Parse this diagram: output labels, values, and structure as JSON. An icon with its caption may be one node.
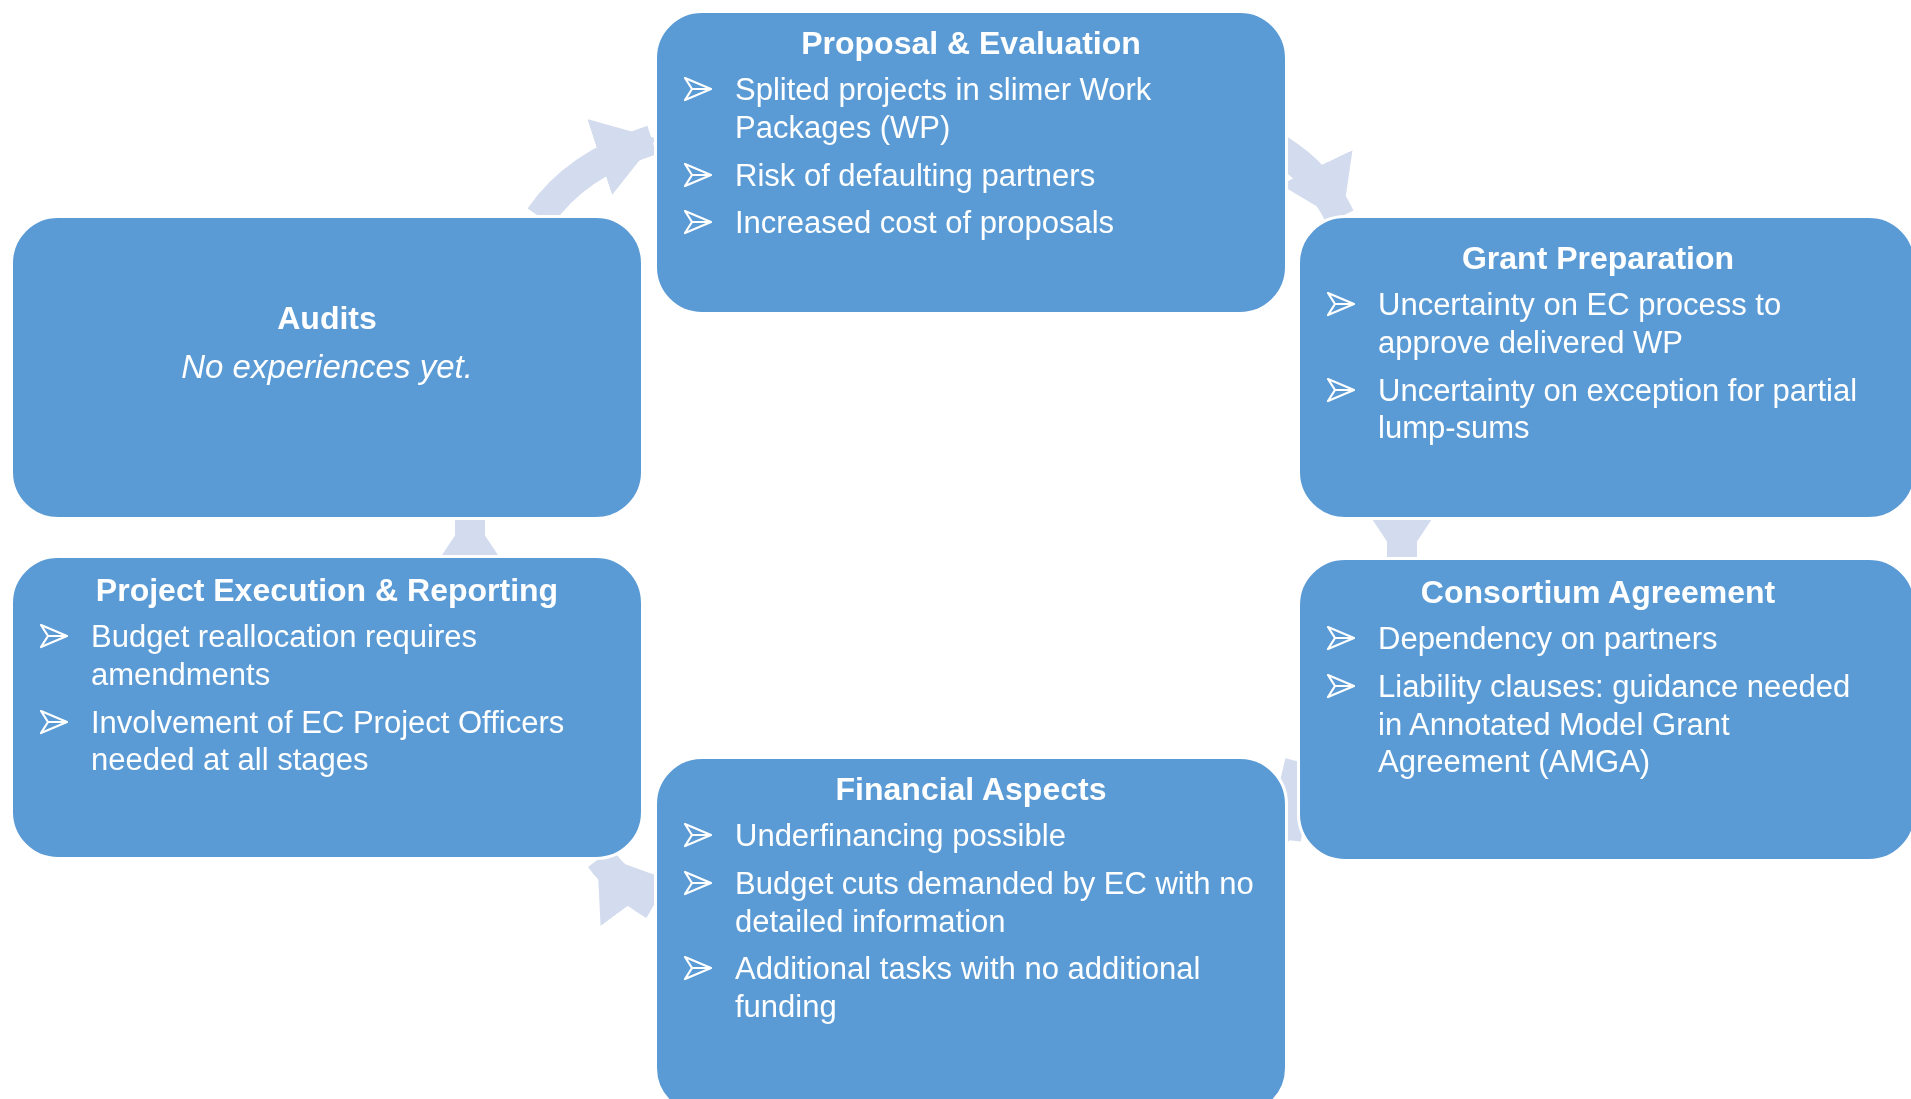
{
  "diagram": {
    "nodes": [
      {
        "text": [
          "Proposal & Evaluation",
          "Splited projects in slimer Work Packages (WP)",
          "Risk of defaulting partners",
          "Increased cost of proposals"
        ]
      },
      {
        "text": [
          "Grant Preparation",
          "Uncertainty on EC process to approve delivered WP",
          "Uncertainty on exception for partial lump-sums"
        ]
      },
      {
        "text": [
          "Consortium Agreement",
          "Dependency on partners",
          "Liability clauses: guidance needed in Annotated Model Grant Agreement (AMGA)"
        ]
      },
      {
        "text": [
          "Financial Aspects",
          "Underfinancing possible",
          "Budget cuts demanded by EC with no detailed information",
          "Additional tasks with no additional funding"
        ]
      },
      {
        "text": [
          "Project Execution & Reporting",
          "Budget reallocation requires amendments",
          "Involvement of EC Project Officers needed at all stages"
        ]
      },
      {
        "text": [
          "Audits",
          "No experiences yet."
        ]
      }
    ],
    "edges": [
      {
        "from": 0,
        "to": 1,
        "arrow": "to"
      },
      {
        "from": 1,
        "to": 2,
        "arrow": "to"
      },
      {
        "from": 2,
        "to": 3,
        "arrow": "to"
      },
      {
        "from": 3,
        "to": 4,
        "arrow": "to"
      },
      {
        "from": 4,
        "to": 5,
        "arrow": "to"
      },
      {
        "from": 5,
        "to": 0,
        "arrow": "to"
      }
    ]
  }
}
